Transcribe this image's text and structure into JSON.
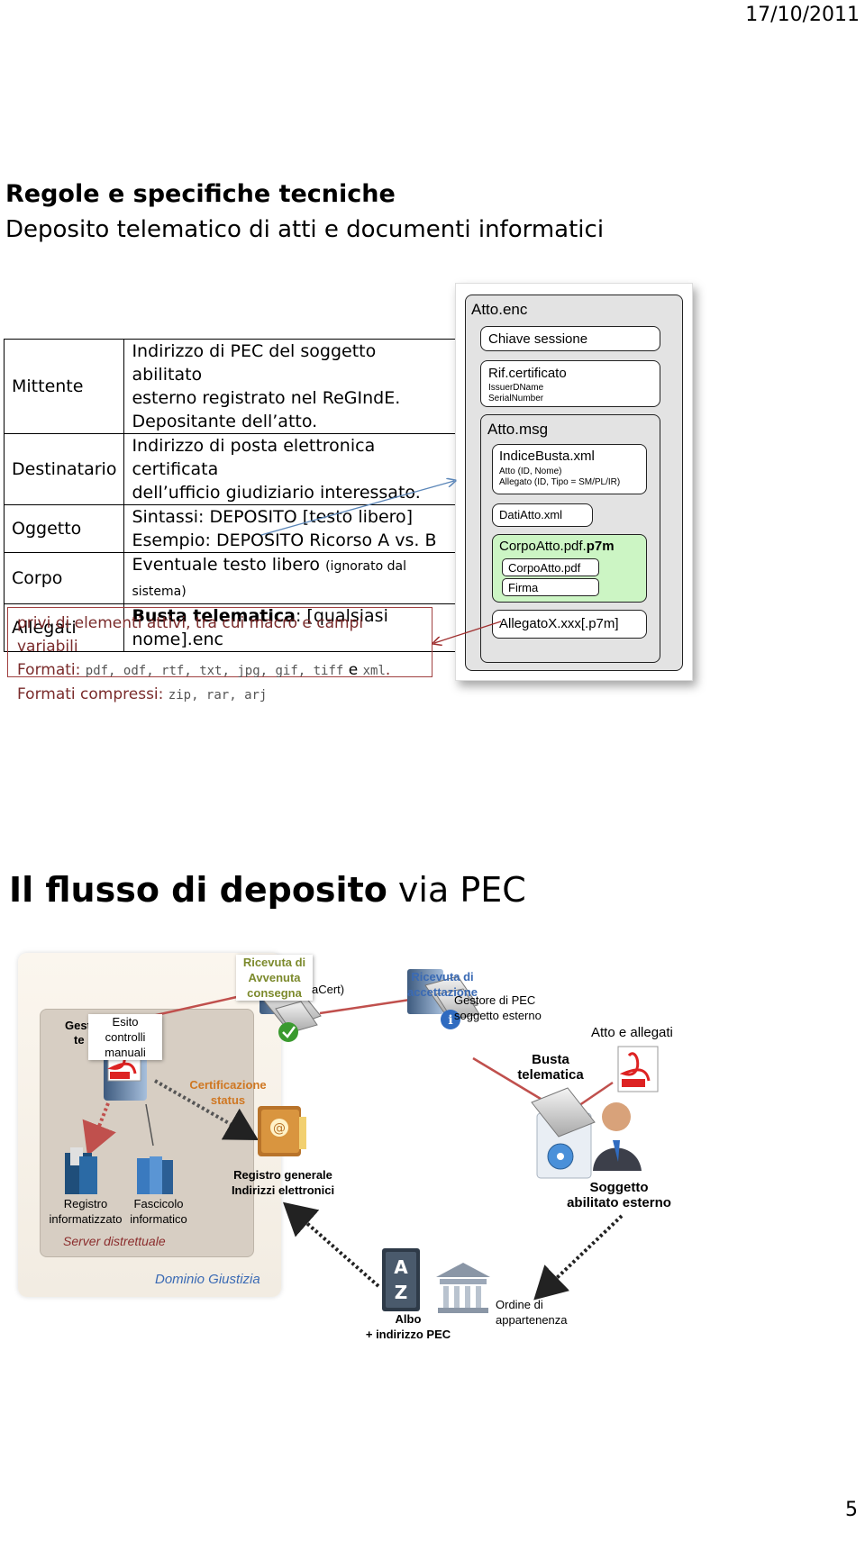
{
  "header": {
    "date": "17/10/2011"
  },
  "slide1": {
    "title": "Regole e specifiche tecniche",
    "subtitle": "Deposito telematico di atti e documenti informatici",
    "table": [
      {
        "key": "Mittente",
        "lines": [
          "Indirizzo di PEC del soggetto abilitato",
          "esterno registrato nel ReGIndE.",
          "Depositante dell’atto."
        ]
      },
      {
        "key": "Destinatario",
        "lines": [
          "Indirizzo di posta elettronica certificata",
          "dell’ufficio giudiziario interessato."
        ]
      },
      {
        "key": "Oggetto",
        "lines": [
          "Sintassi: DEPOSITO [testo libero]",
          "Esempio: DEPOSITO Ricorso A vs. B"
        ]
      },
      {
        "key": "Corpo",
        "main": "Eventuale testo libero ",
        "small": "(ignorato dal sistema)"
      },
      {
        "key": "Allegati",
        "bold": "Busta telematica",
        "rest": ": [qualsiasi nome].enc"
      }
    ],
    "note": {
      "line1": "privi di elementi attivi, tra cui macro e campi variabili",
      "formati_label": "Formati: ",
      "formati_list": "pdf, odf, rtf, txt, jpg, gif, tiff",
      "formati_and": " e ",
      "formati_last": "xml",
      "formati_end": ".",
      "compressi_label": "Formati compressi: ",
      "compressi_list": "zip, rar, arj"
    },
    "envelope": {
      "outer": "Atto.enc",
      "chiave": "Chiave sessione",
      "rif": "Rif.certificato",
      "rif_sub1": "IssuerDName",
      "rif_sub2": "SerialNumber",
      "msg": "Atto.msg",
      "indice": "IndiceBusta.xml",
      "indice_sub1": "Atto (ID, Nome)",
      "indice_sub2": "Allegato (ID, Tipo = SM/PL/IR)",
      "dati": "DatiAtto.xml",
      "corpo_prefix": "CorpoAtto.pdf.",
      "corpo_suffix": "p7m",
      "corpo_pdf": "CorpoAtto.pdf",
      "firma": "Firma",
      "allegato": "AllegatoX.xxx[.p7m]"
    }
  },
  "slide2": {
    "title_bold": "Il flusso di deposito",
    "title_rest": " via PEC",
    "labels": {
      "ricevuta_avvenuta": "Ricevuta di\nAvvenuta\nconsegna",
      "cert_partial": "aCert)",
      "ricevuta_accettazione": "Ricevuta di\naccettazione",
      "gestore_pec": "Gestore di PEC\nsoggetto esterno",
      "atto_allegati": "Atto e allegati",
      "busta": "Busta\ntelematica",
      "gest_partial": "Gest",
      "te_partial": "te",
      "esito": "Esito\ncontrolli\nmanuali",
      "certificazione": "Certificazione\nstatus",
      "registro_generale": "Registro generale\nIndirizzi elettronici",
      "soggetto": "Soggetto\nabilitato esterno",
      "registro_info": "Registro\ninformatizzato",
      "fascicolo": "Fascicolo\ninformatico",
      "server": "Server distrettuale",
      "dominio": "Dominio Giustizia",
      "albo": "Albo\n+ indirizzo PEC",
      "ordine": "Ordine di\nappartenenza",
      "az": "A\nZ"
    }
  },
  "footer": {
    "page": "5"
  },
  "colors": {
    "olive": "#7c8a2c",
    "orange": "#cf7722",
    "blue": "#3a6ab4",
    "maroon": "#8b2d2d",
    "green_box": "#ccf5c4"
  }
}
